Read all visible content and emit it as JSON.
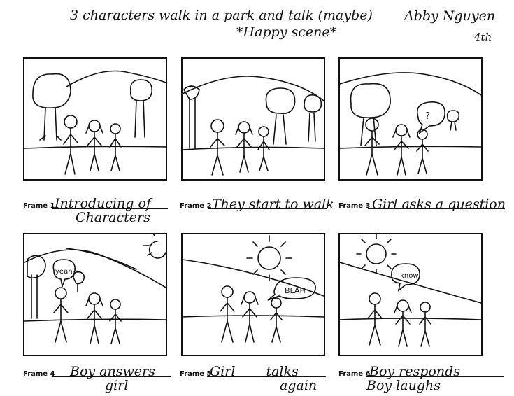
{
  "header": {
    "title_line1": "3 characters walk in a park and talk (maybe)",
    "title_line2": "*Happy scene*",
    "author": "Abby Nguyen",
    "grade": "4th"
  },
  "frames": [
    {
      "label": "Frame 1",
      "caption_line1": "Introducing of",
      "caption_line2": "Characters"
    },
    {
      "label": "Frame 2",
      "caption_line1": "They start to walk",
      "caption_line2": ""
    },
    {
      "label": "Frame 3",
      "caption_line1": "Girl asks a question",
      "caption_line2": ""
    },
    {
      "label": "Frame 4",
      "caption_line1": "Boy answers",
      "caption_line2": "girl"
    },
    {
      "label": "Frame 5",
      "caption_line1": "Girl talks",
      "caption_line2": "again"
    },
    {
      "label": "Frame 6",
      "caption_line1": "Boy responds",
      "caption_line2": "Boy laughs"
    }
  ],
  "bubbles": {
    "frame3": "?",
    "frame4": "yeah?",
    "frame5": "BLAH",
    "frame6": "I know."
  }
}
